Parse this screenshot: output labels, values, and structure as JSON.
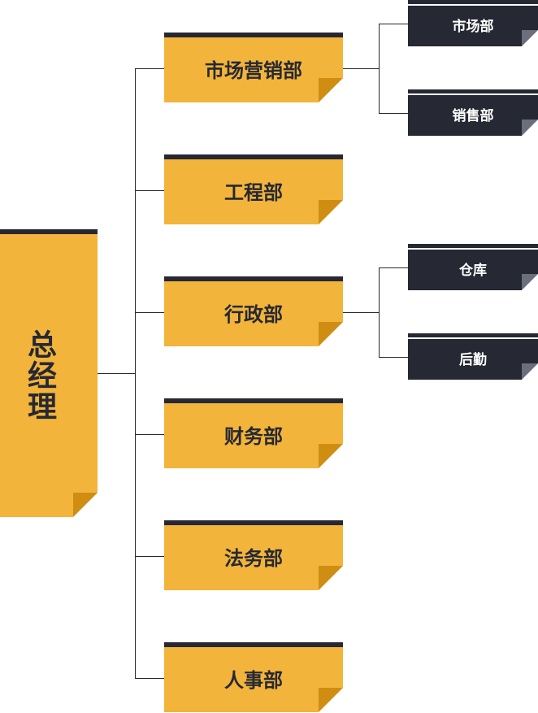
{
  "colors": {
    "gold": "#F2B43A",
    "gold_fold": "#CF8E12",
    "navy": "#262833",
    "navy_fold": "#6B6E7C",
    "line": "#262833"
  },
  "ceo": {
    "label": "总经理"
  },
  "departments": [
    {
      "label": "市场营销部",
      "subs": [
        "市场部",
        "销售部"
      ]
    },
    {
      "label": "工程部",
      "subs": []
    },
    {
      "label": "行政部",
      "subs": [
        "仓库",
        "后勤"
      ]
    },
    {
      "label": "财务部",
      "subs": []
    },
    {
      "label": "法务部",
      "subs": []
    },
    {
      "label": "人事部",
      "subs": []
    }
  ]
}
